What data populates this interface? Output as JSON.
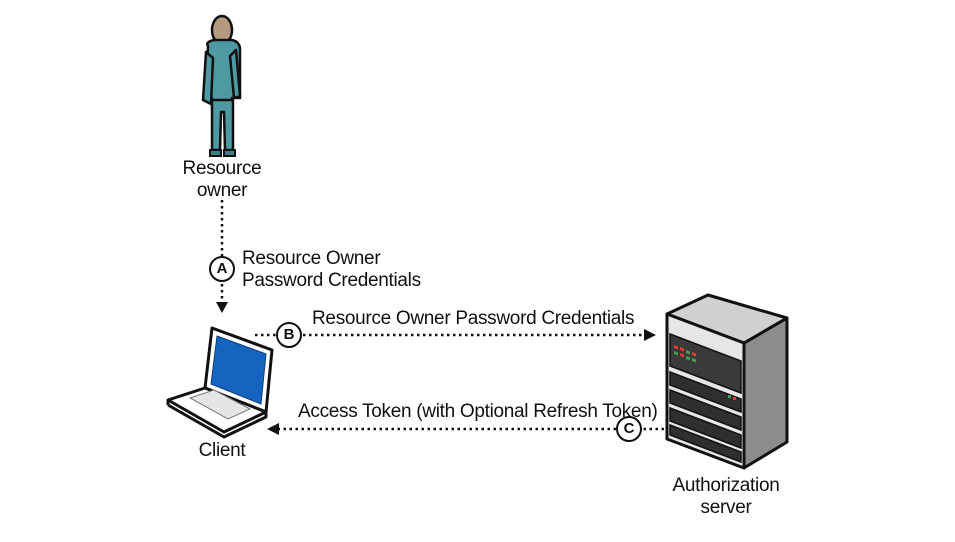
{
  "actors": {
    "resource_owner": {
      "line1": "Resource",
      "line2": "owner",
      "icon": "person-icon"
    },
    "client": {
      "label": "Client",
      "icon": "laptop-icon"
    },
    "authorization_server": {
      "line1": "Authorization",
      "line2": "server",
      "icon": "server-rack-icon"
    }
  },
  "flows": {
    "a": {
      "step": "A",
      "line1": "Resource Owner",
      "line2": "Password Credentials",
      "from": "resource_owner",
      "to": "client"
    },
    "b": {
      "step": "B",
      "label": "Resource Owner Password Credentials",
      "from": "client",
      "to": "authorization_server"
    },
    "c": {
      "step": "C",
      "label": "Access Token (with Optional Refresh Token)",
      "from": "authorization_server",
      "to": "client"
    }
  },
  "colors": {
    "person_body": "#4e9aa3",
    "person_head": "#b49a7e",
    "laptop_screen": "#1565c0",
    "server_front": "#e6e6e6",
    "server_side": "#8c8c8c",
    "line": "#111111"
  }
}
